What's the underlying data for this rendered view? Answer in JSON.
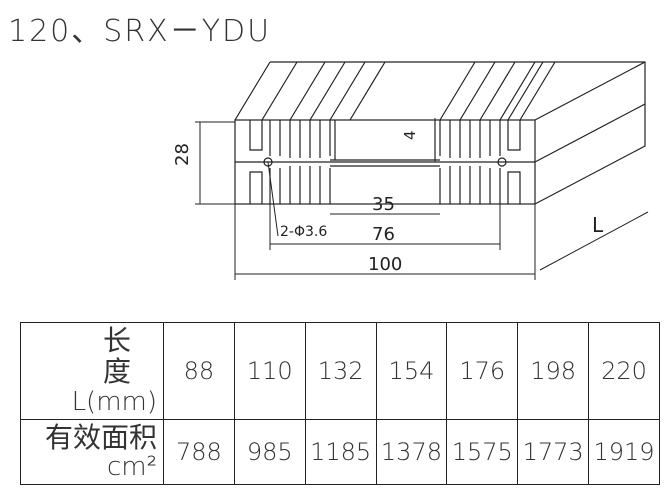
{
  "title": "120、SRX－YDU",
  "drawing": {
    "dim_height": "28",
    "dim_fin_gap": "4",
    "dim_inner_width": "35",
    "dim_mid_width": "76",
    "dim_total_width": "100",
    "dim_hole": "2-Φ3.6",
    "dim_length": "L"
  },
  "table": {
    "row1_head": "长  度",
    "row1_unit": "L(mm)",
    "row2_head": "有效面积",
    "row2_unit": "cm²",
    "lengths": [
      "88",
      "110",
      "132",
      "154",
      "176",
      "198",
      "220"
    ],
    "areas": [
      "788",
      "985",
      "1185",
      "1378",
      "1575",
      "1773",
      "1919"
    ]
  }
}
